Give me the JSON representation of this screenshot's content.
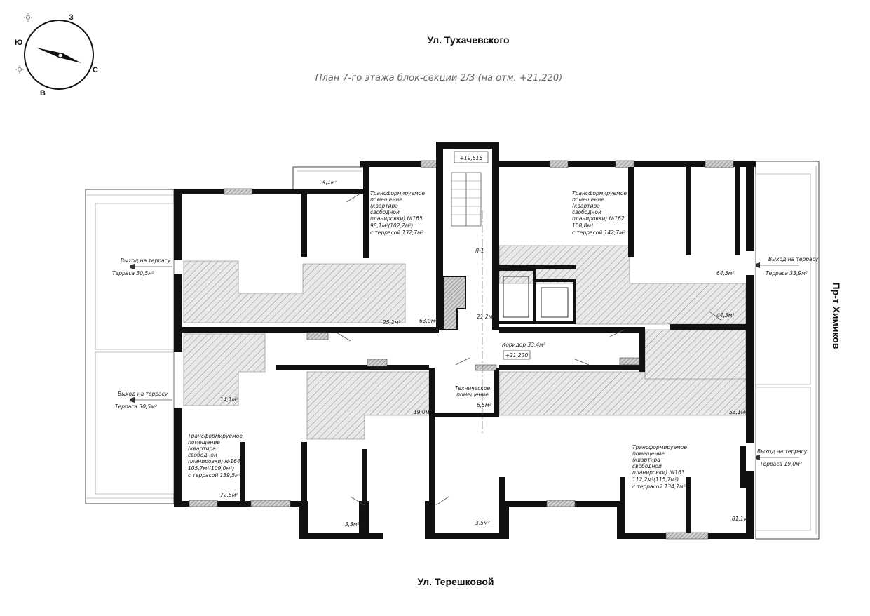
{
  "streets": {
    "top": "Ул. Тухачевского",
    "bottom": "Ул. Терешковой",
    "right": "Пр-т Химиков"
  },
  "plan_title": "План 7-го этажа блок-секции 2/3 (на отм. +21,220)",
  "compass": {
    "n": "З",
    "s": "В",
    "e": "С",
    "w": "Ю"
  },
  "elevations": {
    "stair": "+19,515",
    "corridor": "+21,220"
  },
  "rooms": {
    "r165": [
      "Трансформируемое",
      "помещение",
      "(квартира",
      "свободной",
      "планировки) №165",
      "98,1м²(102,2м²)",
      "с террасой 132,7м²"
    ],
    "r162": [
      "Трансформируемое",
      "помещение",
      "(квартира",
      "свободной",
      "планировки) №162",
      "108,8м²",
      "с террасой 142,7м²"
    ],
    "r164": [
      "Трансформируемое",
      "помещение",
      "(квартира",
      "свободной",
      "планировки) №164",
      "105,7м²(109,0м²)",
      "с террасой 139,5м²"
    ],
    "r163": [
      "Трансформируемое",
      "помещение",
      "(квартира",
      "свободной",
      "планировки) №163",
      "112,2м²(115,7м²)",
      "с террасой 134,7м²"
    ],
    "tech": [
      "Техническое",
      "помещение"
    ],
    "corridor": "Коридор 33,4м²",
    "stair_mark": "Л-1"
  },
  "terraces": {
    "left_top": {
      "exit": "Выход на террасу",
      "area": "Терраса 30,5м²"
    },
    "left_bottom": {
      "exit": "Выход на террасу",
      "area": "Терраса 30,5м²"
    },
    "right_top": {
      "exit": "Выход на террасу",
      "area": "Терраса 33,9м²"
    },
    "right_bottom": {
      "exit": "Выход на террасу",
      "area": "Терраса 19,0м²"
    }
  },
  "areas": {
    "a41": "4,1м²",
    "a631": "63,0м²",
    "a251": "25,1м²",
    "a212": "21,2м²",
    "a645": "64,5м²",
    "a443": "44,3м²",
    "a141": "14,1м²",
    "a190": "19,0м²",
    "a65": "6,5м²",
    "a531": "53,1м²",
    "a726": "72,6м²",
    "a33": "3,3м²",
    "a35": "3,5м²",
    "a811": "81,1м²"
  }
}
